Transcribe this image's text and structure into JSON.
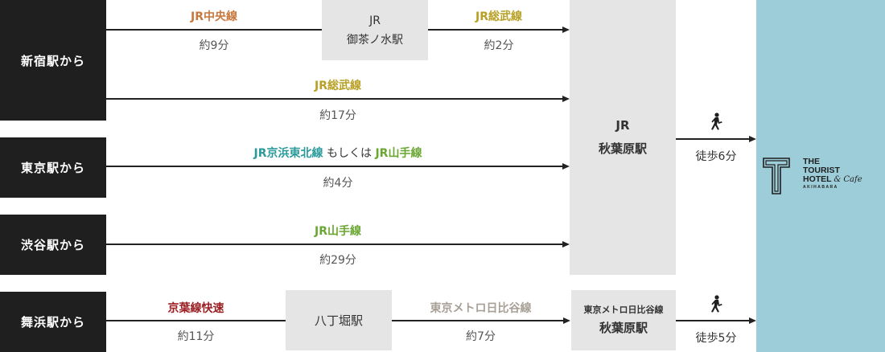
{
  "origins": {
    "shinjuku": "新宿駅から",
    "tokyo": "東京駅から",
    "shibuya": "渋谷駅から",
    "maihama": "舞浜駅から"
  },
  "routes": {
    "shinjuku_chuo": {
      "line": "JR中央線",
      "time": "約9分"
    },
    "ochanomizu": {
      "line1": "JR",
      "line2": "御茶ノ水駅"
    },
    "shinjuku_sobu_short": {
      "line": "JR総武線",
      "time": "約2分"
    },
    "shinjuku_sobu": {
      "line": "JR総武線",
      "time": "約17分"
    },
    "tokyo": {
      "line_a": "JR京浜東北線",
      "connector": " もしくは ",
      "line_b": "JR山手線",
      "time": "約4分"
    },
    "shibuya": {
      "line": "JR山手線",
      "time": "約29分"
    },
    "maihama_keiyo": {
      "line": "京葉線快速",
      "time": "約11分"
    },
    "hatchobori": "八丁堀駅",
    "maihama_hibiya": {
      "line": "東京メトロ日比谷線",
      "time": "約7分"
    }
  },
  "destinations": {
    "jr_akihabara": {
      "line1": "JR",
      "line2": "秋葉原駅"
    },
    "metro_akihabara": {
      "line1": "東京メトロ日比谷線",
      "line2": "秋葉原駅"
    }
  },
  "walks": {
    "jr": {
      "icon": "walking-person-icon",
      "time": "徒歩6分"
    },
    "metro": {
      "icon": "walking-person-icon",
      "time": "徒歩5分"
    }
  },
  "hotel": {
    "logo_line1": "THE",
    "logo_line2": "TOURIST",
    "logo_line3": "HOTEL",
    "logo_script": "& Cafe",
    "logo_sub": "AKIHABARA",
    "background": "#9dcdd8"
  },
  "colors": {
    "chuo": "#c8783c",
    "sobu": "#b8a024",
    "keihin_tohoku": "#2b9a9a",
    "yamanote": "#6aa632",
    "keiyo": "#9c1e23",
    "hibiya": "#a8a096"
  }
}
